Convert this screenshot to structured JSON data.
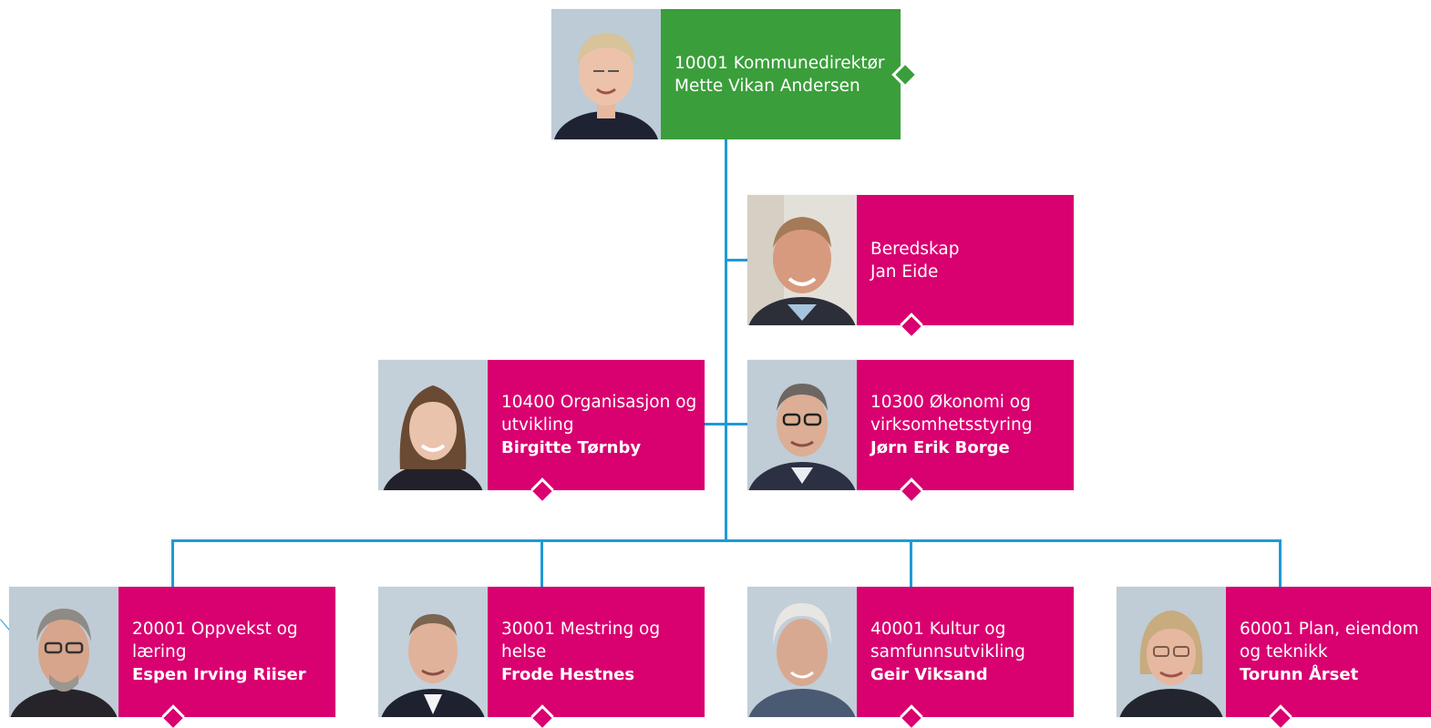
{
  "colors": {
    "root_card": "#3a9e3a",
    "unit_card": "#d9006f",
    "connector": "#1e9ad6",
    "text": "#ffffff"
  },
  "root": {
    "title": "10001 Kommunedirektør",
    "name": "Mette Vikan Andersen"
  },
  "staff": [
    {
      "id": "beredskap",
      "title": "Beredskap",
      "name": "Jan Eide",
      "bold": false
    },
    {
      "id": "organisasjon",
      "title": "10400 Organisasjon og utvikling",
      "name": "Birgitte Tørnby",
      "bold": true
    },
    {
      "id": "okonomi",
      "title": "10300 Økonomi og virksomhetsstyring",
      "name": "Jørn Erik Borge",
      "bold": true
    }
  ],
  "units": [
    {
      "id": "oppvekst",
      "title": "20001 Oppvekst og læring",
      "name": "Espen Irving Riiser"
    },
    {
      "id": "mestring",
      "title": "30001 Mestring og helse",
      "name": "Frode Hestnes"
    },
    {
      "id": "kultur",
      "title": "40001 Kultur og samfunnsutvikling",
      "name": "Geir Viksand"
    },
    {
      "id": "plan",
      "title": "60001 Plan, eiendom og teknikk",
      "name": "Torunn Årset"
    }
  ]
}
